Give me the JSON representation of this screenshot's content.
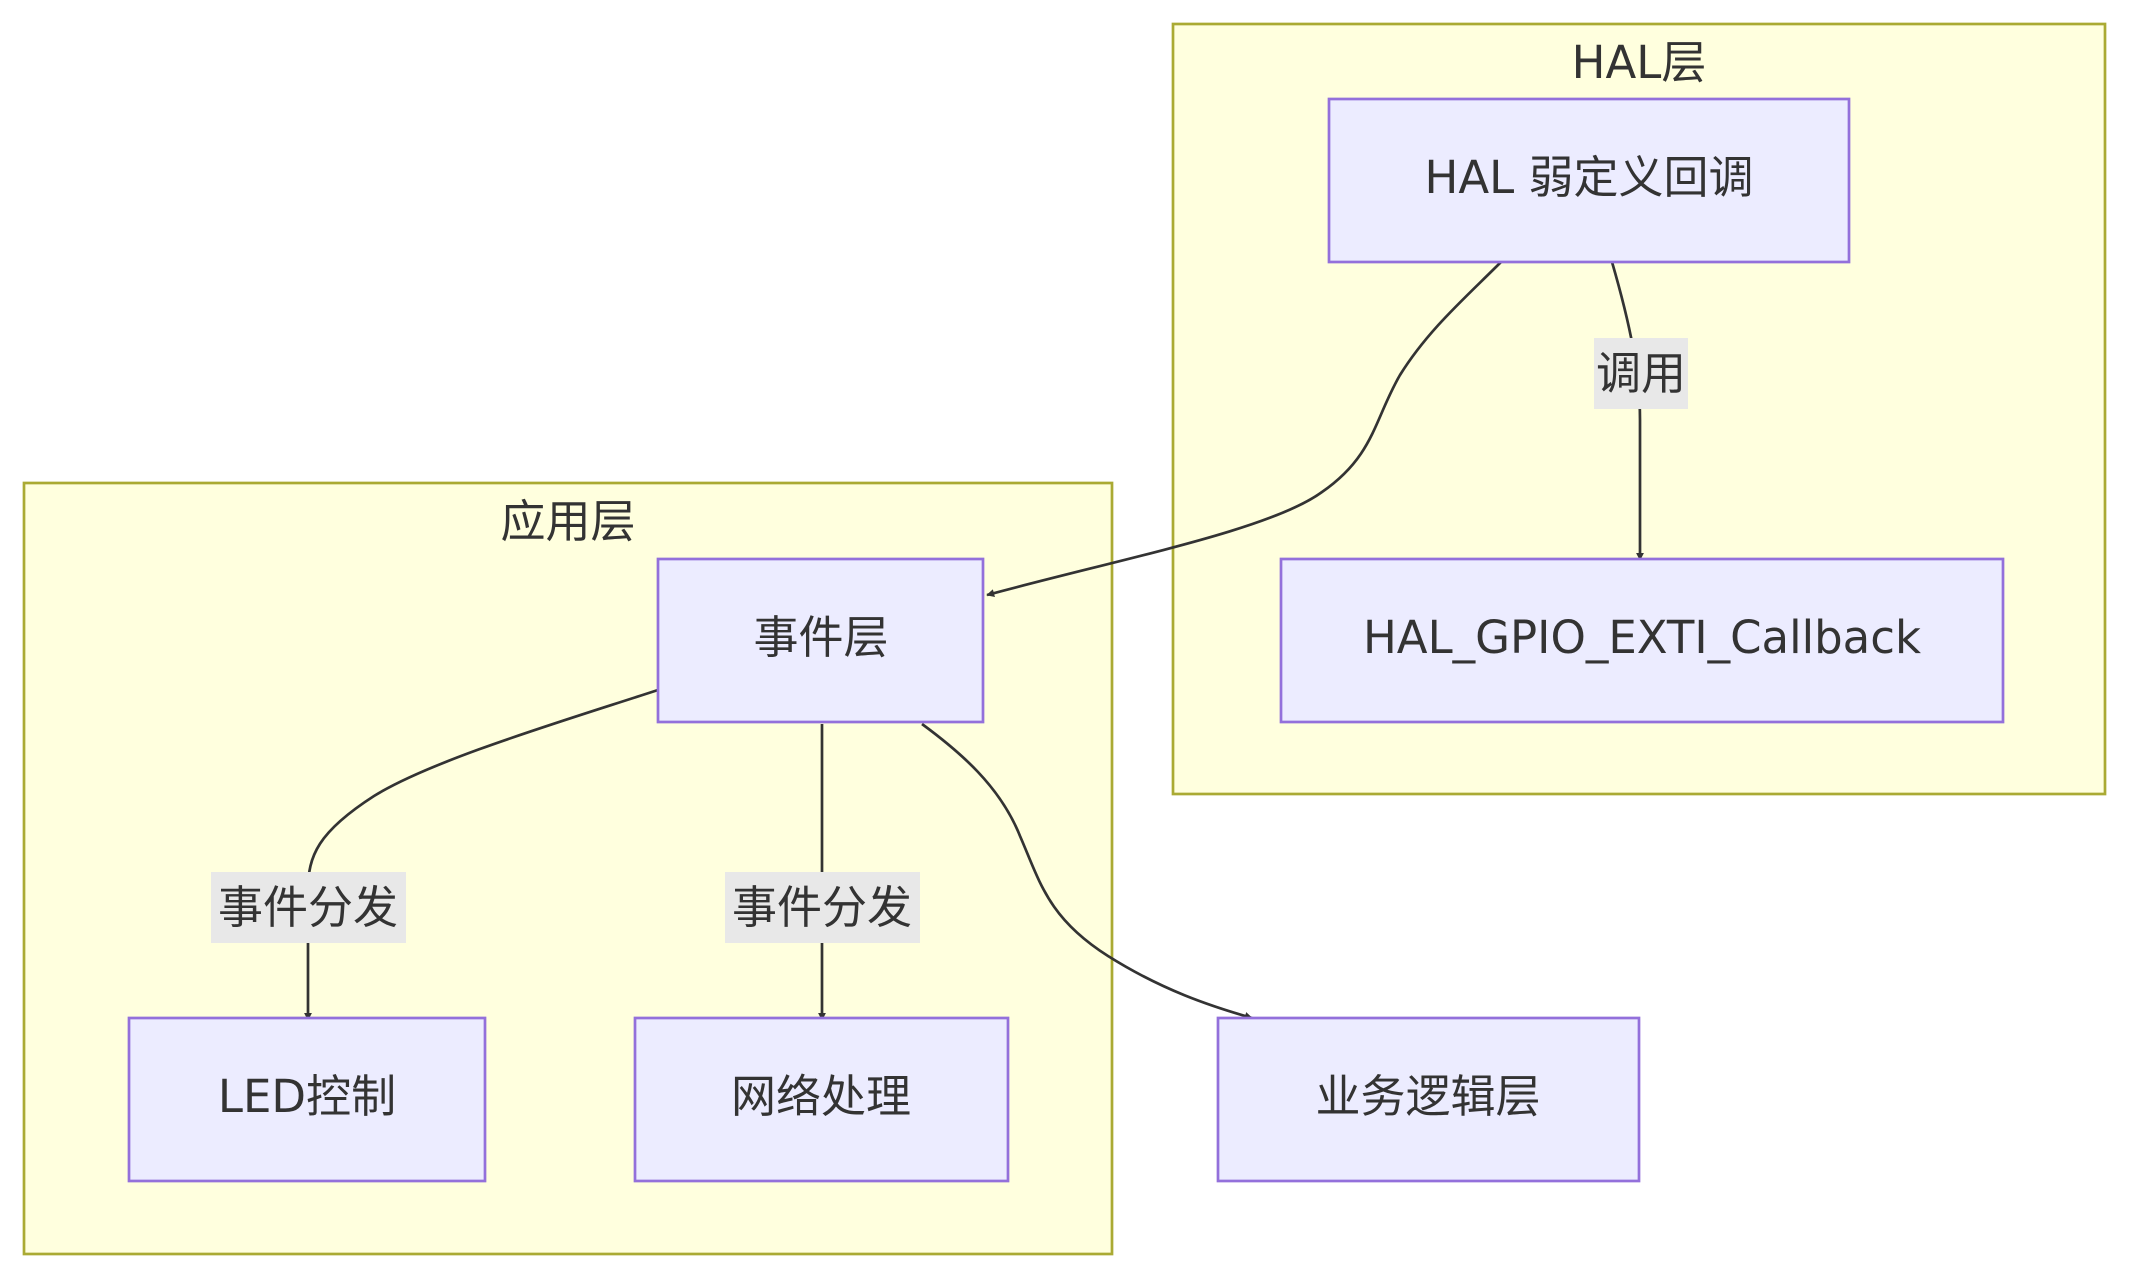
{
  "colors": {
    "cluster_fill": "#ffffde",
    "cluster_stroke": "#aaaa33",
    "node_fill": "#ececff",
    "node_stroke": "#9370db",
    "edge": "#333333",
    "label_bg": "#e8e8e8",
    "text": "#333333"
  },
  "clusters": {
    "hal": {
      "title": "HAL层"
    },
    "app": {
      "title": "应用层"
    }
  },
  "nodes": {
    "hal_weak": "HAL 弱定义回调",
    "hal_gpio": "HAL_GPIO_EXTI_Callback",
    "event_layer": "事件层",
    "led": "LED控制",
    "network": "网络处理",
    "business": "业务逻辑层"
  },
  "edges": {
    "weak_to_gpio": "调用",
    "event_to_led": "事件分发",
    "event_to_network": "事件分发"
  }
}
